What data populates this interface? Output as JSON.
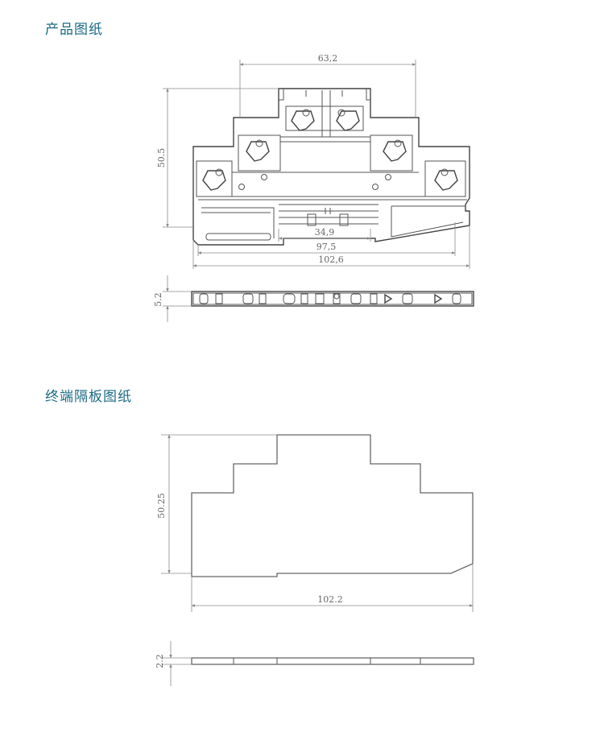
{
  "sections": {
    "product_title": "产品图纸",
    "end_plate_title": "终端隔板图纸"
  },
  "product_dims": {
    "top_width": "63,2",
    "height": "50.5",
    "inner_width": "34,9",
    "mid_width": "97,5",
    "total_width": "102,6",
    "thickness": "5.2"
  },
  "end_plate_dims": {
    "height": "50.25",
    "width": "102.2",
    "thickness": "2.2"
  }
}
